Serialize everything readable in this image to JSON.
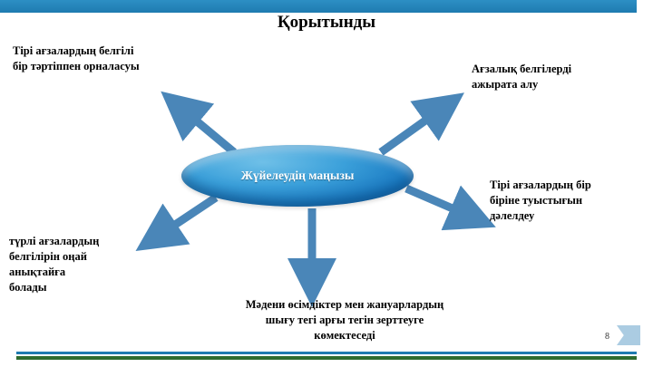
{
  "slide": {
    "title": "Қорытынды",
    "page_number": "8",
    "accent_color": "#1f7bb0",
    "arrow_color": "#4a86b8",
    "center_fill": "#1877c0"
  },
  "center_node": {
    "label": "Жүйелеудің маңызы"
  },
  "nodes": [
    {
      "id": "top-left",
      "text": "Тірі ағзалардың белгілі\nбір тәртіппен орналасуы"
    },
    {
      "id": "top-right",
      "text": "Ағзалық белгілерді\nажырата алу"
    },
    {
      "id": "right",
      "text": "Тірі ағзалардың бір\nбіріне туыстығын\nдәлелдеу"
    },
    {
      "id": "bottom-left",
      "text": "түрлі ағзалардың\nбелгілірін оңай\nанықтайға\nболады"
    },
    {
      "id": "bottom",
      "text": "Мәдени өсімдіктер мен жануарлардың\nшығу тегі арғы тегін зерттеуге\nкөмектеседі"
    }
  ],
  "chart_data": {
    "type": "diagram",
    "layout": "radial",
    "center": "Жүйелеудің маңызы",
    "branches": [
      "Тірі ағзалардың белгілі бір тәртіппен орналасуы",
      "Ағзалық белгілерді ажырата алу",
      "Тірі ағзалардың бір біріне туыстығын дәлелдеу",
      "Мәдени өсімдіктер мен жануарлардың шығу тегі арғы тегін зерттеуге көмектеседі",
      "түрлі ағзалардың белгілірін оңай анықтайға болады"
    ],
    "title": "Қорытынды"
  }
}
